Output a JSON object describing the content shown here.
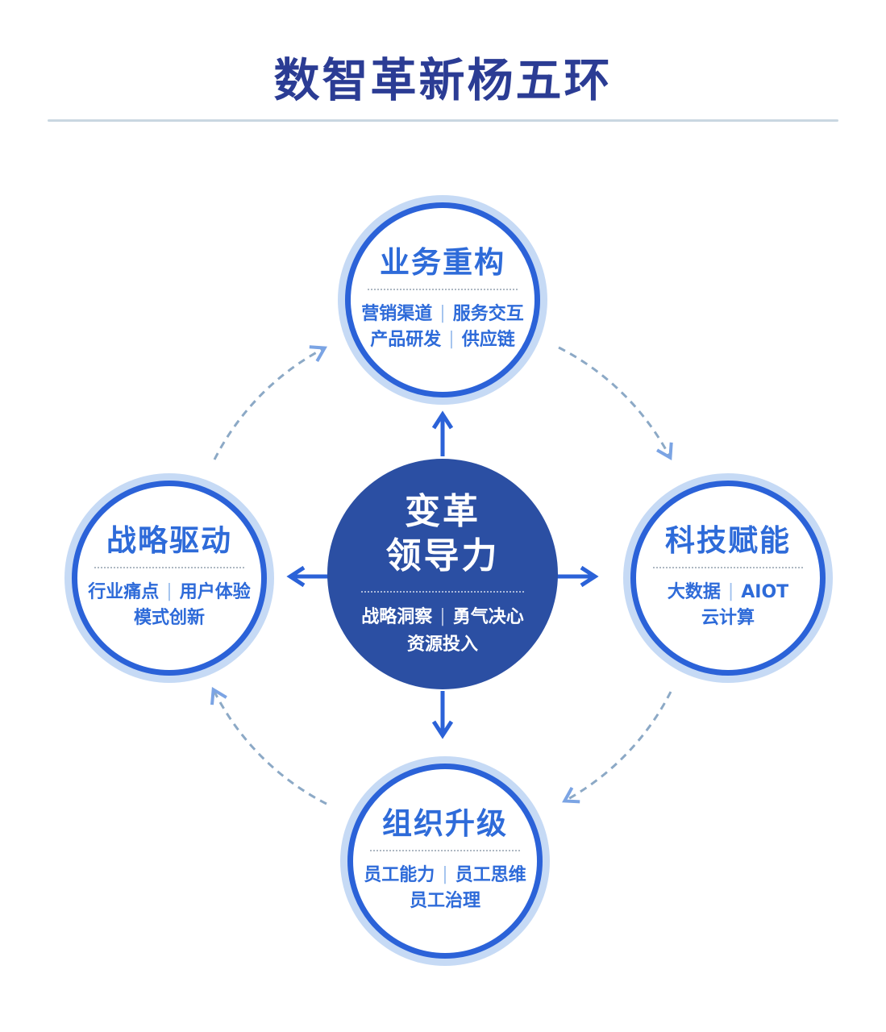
{
  "page": {
    "title": "数智革新杨五环"
  },
  "sep": "|",
  "colors": {
    "title-color": "#2b3c94",
    "ring": "#2b62d8",
    "halo": "#c6daf5",
    "node-text": "#2e6bd9",
    "node-sep": "#9fc0ee",
    "center-fill": "#2b4fa3",
    "dash": "#8ca9c6",
    "dash-arrow": "#7ba4e4",
    "divider": "#c9d7e1",
    "page-bg": "#ffffff"
  },
  "center": {
    "line1": "变革",
    "line2": "领导力",
    "row1": [
      "战略洞察",
      "勇气决心"
    ],
    "row2": [
      "资源投入"
    ]
  },
  "nodes": {
    "top": {
      "title": "业务重构",
      "row1": [
        "营销渠道",
        "服务交互"
      ],
      "row2": [
        "产品研发",
        "供应链"
      ]
    },
    "left": {
      "title": "战略驱动",
      "row1": [
        "行业痛点",
        "用户体验"
      ],
      "row2": [
        "模式创新"
      ]
    },
    "right": {
      "title": "科技赋能",
      "row1": [
        "大数据",
        "AIOT"
      ],
      "row2": [
        "云计算"
      ]
    },
    "bottom": {
      "title": "组织升级",
      "row1": [
        "员工能力",
        "员工思维"
      ],
      "row2": [
        "员工治理"
      ]
    }
  }
}
